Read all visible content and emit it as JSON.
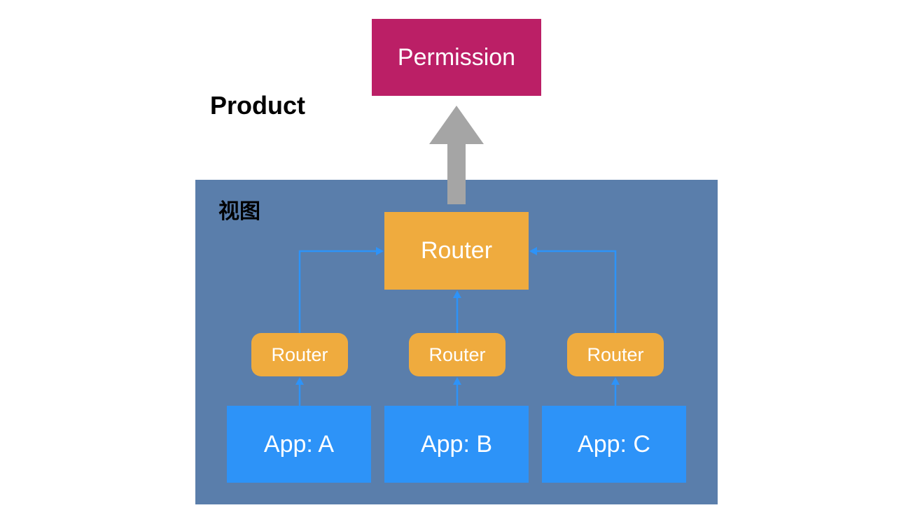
{
  "diagram": {
    "product_label": "Product",
    "permission_label": "Permission",
    "view_label": "视图",
    "main_router_label": "Router",
    "sub_routers": [
      {
        "label": "Router"
      },
      {
        "label": "Router"
      },
      {
        "label": "Router"
      }
    ],
    "apps": [
      {
        "label": "App: A"
      },
      {
        "label": "App: B"
      },
      {
        "label": "App: C"
      }
    ]
  },
  "colors": {
    "permission": "#bb1f66",
    "view_region": "#5a7eab",
    "router": "#efab3e",
    "app": "#2d93f8",
    "connector": "#2d93f8",
    "up_arrow": "#a5a5a5"
  }
}
